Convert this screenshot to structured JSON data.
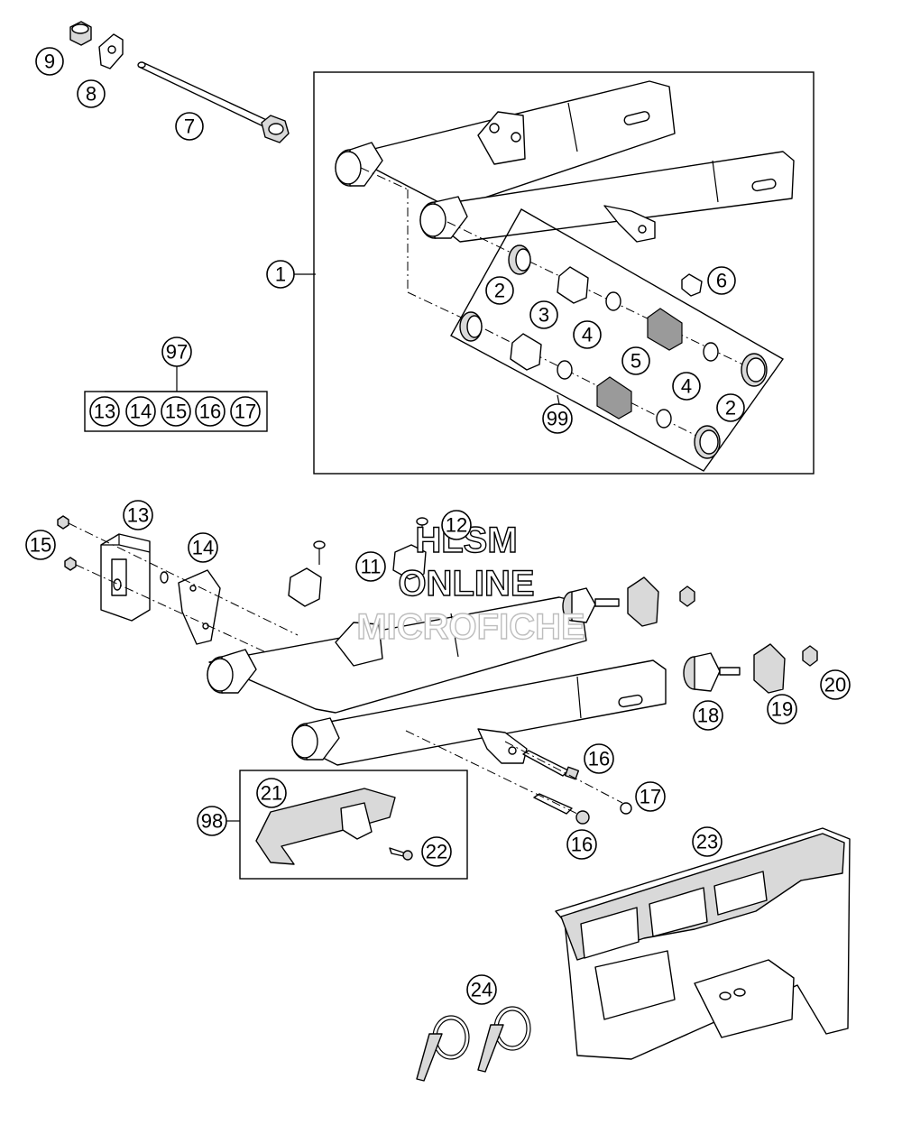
{
  "callouts": {
    "c1": "1",
    "c2a": "2",
    "c2b": "2",
    "c3": "3",
    "c4a": "4",
    "c4b": "4",
    "c5": "5",
    "c6": "6",
    "c7": "7",
    "c8": "8",
    "c9": "9",
    "c97": "97",
    "c97_13": "13",
    "c97_14": "14",
    "c97_15": "15",
    "c97_16": "16",
    "c97_17": "17",
    "c99": "99",
    "c11": "11",
    "c12": "12",
    "c13": "13",
    "c14": "14",
    "c15": "15",
    "c16a": "16",
    "c16b": "16",
    "c17": "17",
    "c18": "18",
    "c19": "19",
    "c20": "20",
    "c21": "21",
    "c22": "22",
    "c23": "23",
    "c24": "24",
    "c98": "98"
  },
  "watermark": {
    "line1": "HLSM",
    "line2": "ONLINE",
    "line3": "MICROFICHE"
  },
  "colors": {
    "line": "#000000",
    "background": "#ffffff",
    "shading": "#d9d9d9"
  }
}
